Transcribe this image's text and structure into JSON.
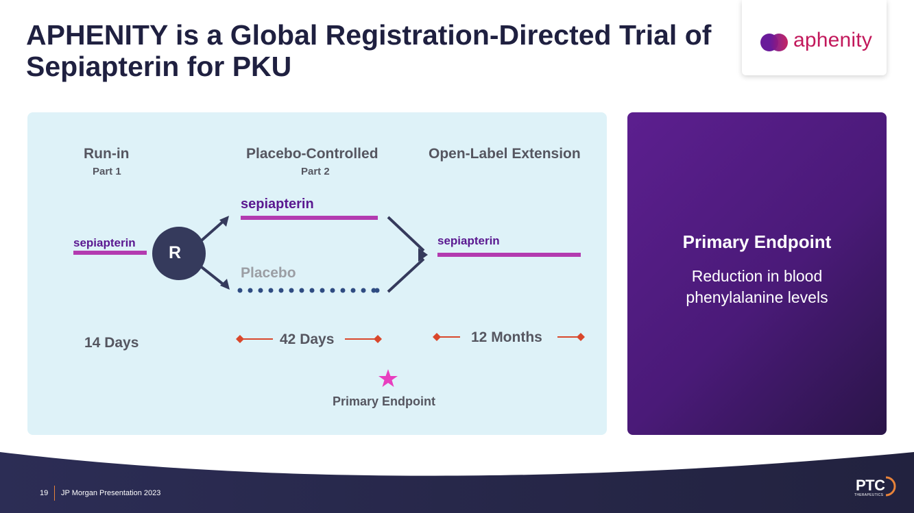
{
  "title": "APHENITY is a Global Registration-Directed Trial of Sepiapterin for PKU",
  "logo": {
    "text": "aphenity"
  },
  "diagram": {
    "phases": [
      {
        "name": "Run-in",
        "part": "Part 1"
      },
      {
        "name": "Placebo-Controlled",
        "part": "Part 2"
      },
      {
        "name": "Open-Label Extension",
        "part": ""
      }
    ],
    "runin_arm": "sepiapterin",
    "randomization": "R",
    "treatment_arm": "sepiapterin",
    "placebo_arm": "Placebo",
    "extension_arm": "sepiapterin",
    "durations": [
      "14 Days",
      "42 Days",
      "12 Months"
    ],
    "primary_endpoint_marker": "Primary Endpoint"
  },
  "endpoint_box": {
    "title": "Primary Endpoint",
    "description": "Reduction in blood phenylalanine levels"
  },
  "footer": {
    "page_number": "19",
    "presentation": "JP Morgan Presentation 2023",
    "company_logo": "PTC",
    "company_sub": "THERAPEUTICS"
  },
  "colors": {
    "title": "#1f2040",
    "drug_bar": "#b33bb0",
    "placebo_dots": "#2f4c82",
    "arrows": "#353a5c",
    "duration_markers": "#d9472b",
    "star": "#e83fbf",
    "endpoint_panel": "#4a1a78",
    "diagram_panel": "#def2f8",
    "footer": "#2a2b52"
  }
}
